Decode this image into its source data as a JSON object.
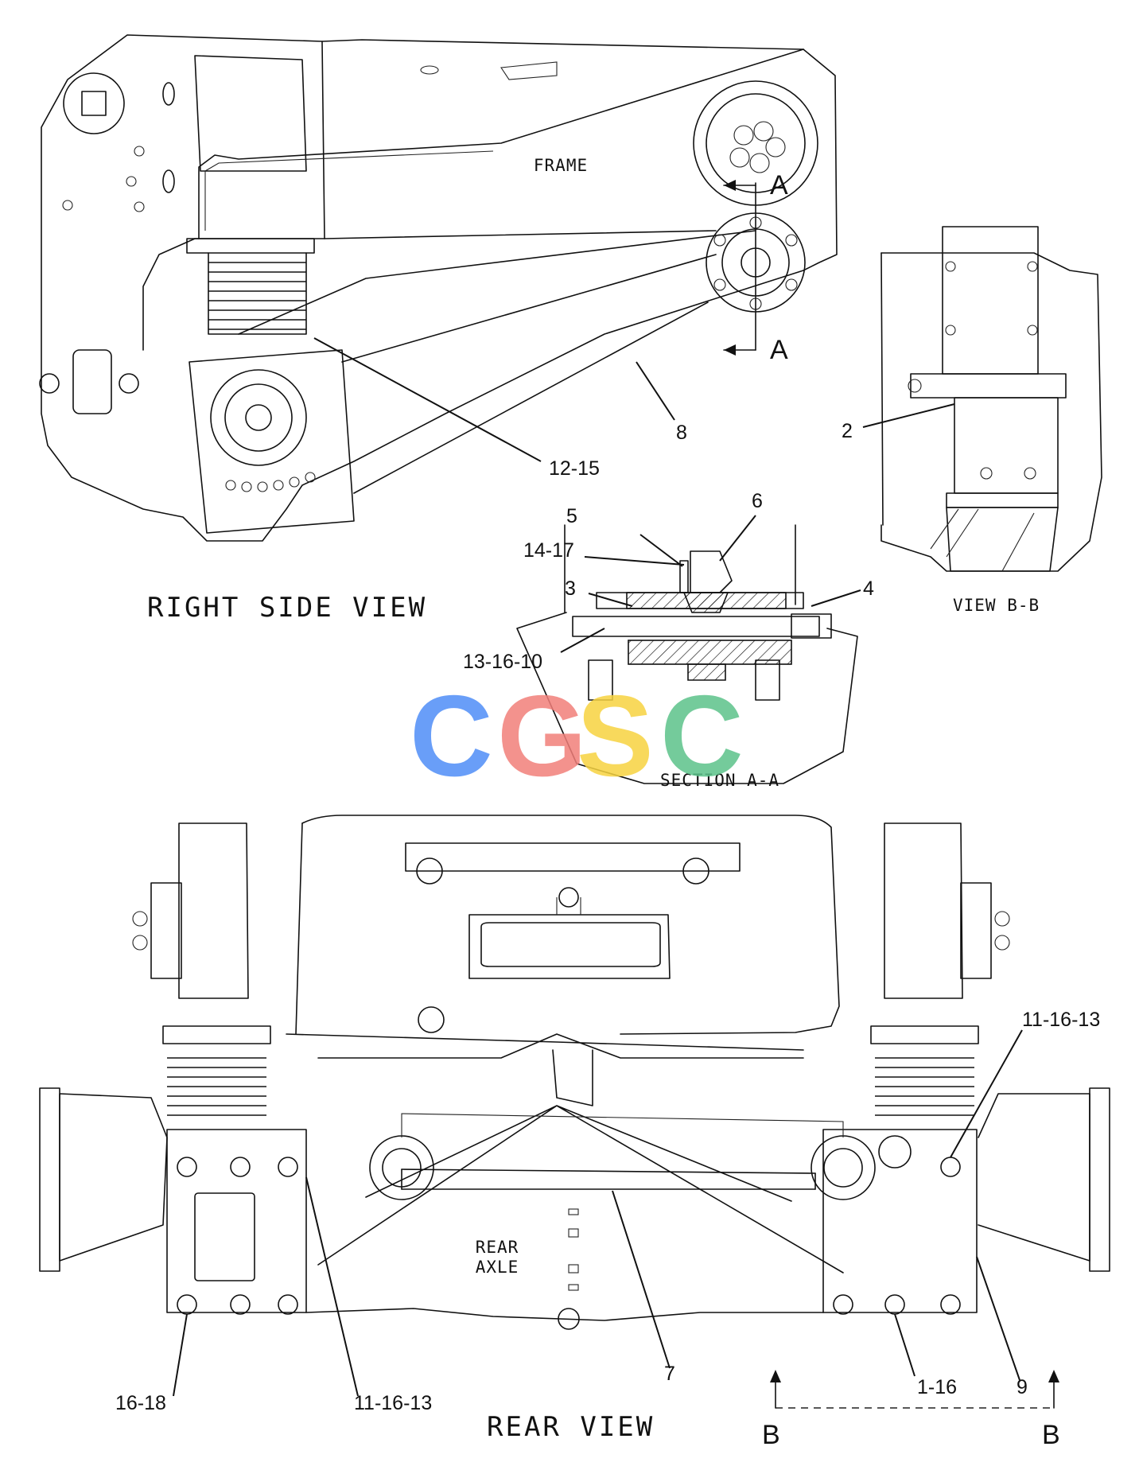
{
  "views": {
    "right_side": "RIGHT  SIDE  VIEW",
    "section_aa": "SECTION A-A",
    "view_bb": "VIEW B-B",
    "rear": "REAR  VIEW"
  },
  "part_labels": {
    "frame": "FRAME",
    "rear_axle_line1": "REAR",
    "rear_axle_line2": "AXLE"
  },
  "section_markers": {
    "a_top": "A",
    "a_bottom": "A",
    "b_left": "B",
    "b_right": "B"
  },
  "callouts": {
    "c12_15": "12-15",
    "c8": "8",
    "c2": "2",
    "c5": "5",
    "c6": "6",
    "c14_17": "14-17",
    "c3": "3",
    "c4": "4",
    "c13_16_10": "13-16-10",
    "c11_16_13_right": "11-16-13",
    "c16_18": "16-18",
    "c11_16_13_left": "11-16-13",
    "c7": "7",
    "c1_16": "1-16",
    "c9": "9"
  },
  "watermark": {
    "letters": [
      "C",
      "G",
      "S",
      "C"
    ],
    "colors": [
      "#4f8ef7",
      "#f27f7a",
      "#f7d340",
      "#5cc38a"
    ]
  }
}
